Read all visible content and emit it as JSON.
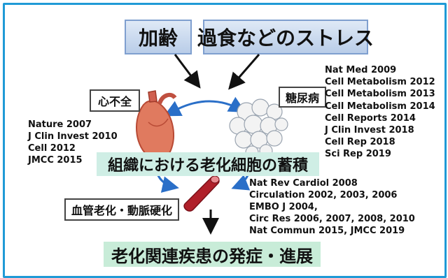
{
  "diagram": {
    "top_left": "加齢",
    "top_right": "過食などのストレス",
    "heart_failure": "心不全",
    "diabetes": "糖尿病",
    "center": "組織における老化細胞の蓄積",
    "vascular": "血管老化・動脈硬化",
    "bottom": "老化関連疾患の発症・進展"
  },
  "refs_heart": [
    "Nature 2007",
    "J Clin Invest 2010",
    "Cell 2012",
    "JMCC 2015"
  ],
  "refs_diabetes": [
    "Nat Med 2009",
    "Cell Metabolism 2012",
    "Cell Metabolism 2013",
    "Cell Metabolism 2014",
    "Cell Reports 2014",
    "J Clin Invest 2018",
    "Cell Rep 2018",
    "Sci Rep 2019"
  ],
  "refs_vascular": [
    "Nat Rev Cardiol 2008",
    "Circulation 2002, 2003, 2006",
    "EMBO J 2004,",
    "Circ Res 2006, 2007, 2008, 2010",
    "Nat Commun 2015, JMCC 2019"
  ],
  "colors": {
    "frame": "#1f9ad6",
    "green_box": "#cfeee5",
    "top_box": "#b9cde8",
    "blue_arrow": "#2a6fc8"
  },
  "icons": [
    "heart-icon",
    "fat-cells-icon",
    "blood-vessel-icon"
  ]
}
